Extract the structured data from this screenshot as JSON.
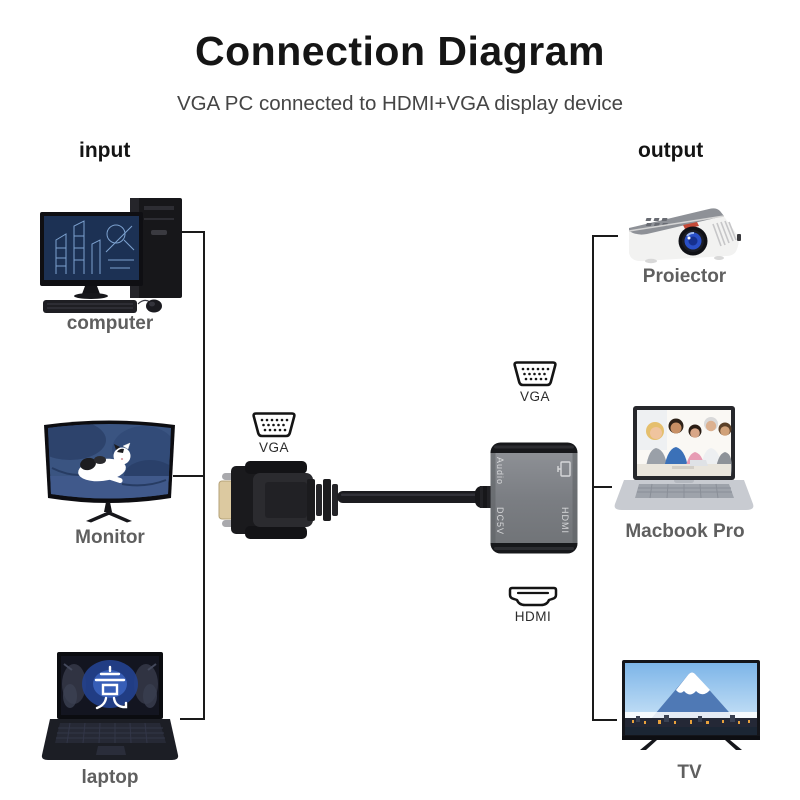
{
  "header": {
    "title": "Connection Diagram",
    "subtitle": "VGA PC connected to HDMI+VGA display device"
  },
  "sections": {
    "input_label": "input",
    "output_label": "output"
  },
  "input_devices": [
    {
      "label": "computer"
    },
    {
      "label": "Monitor"
    },
    {
      "label": "laptop",
      "screen_glyph": "竞"
    }
  ],
  "output_devices": [
    {
      "label": "Proiector"
    },
    {
      "label": "Macbook Pro"
    },
    {
      "label": "TV"
    }
  ],
  "adapter": {
    "vga_plug_icon_label": "VGA",
    "vga_output_icon_label": "VGA",
    "hdmi_output_icon_label": "HDMI",
    "body_port_labels": {
      "audio": "Audio",
      "power": "DC5V",
      "hdmi": "HDMI"
    }
  },
  "colors": {
    "connector_line": "#1a1a1a",
    "device_label_gray": "#5f5f5f",
    "adapter_body_gray": "#7d8085",
    "lens_blue": "#2a50c8"
  }
}
